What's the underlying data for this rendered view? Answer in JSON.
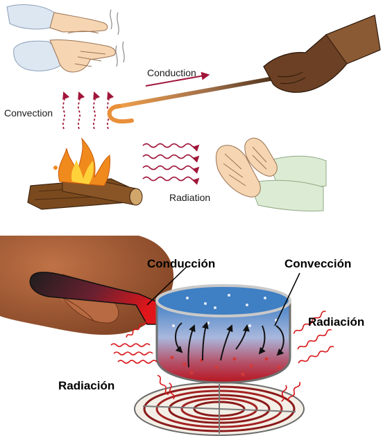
{
  "top_panel": {
    "labels": {
      "convection": "Convection",
      "conduction": "Conduction",
      "radiation": "Radiation"
    },
    "colors": {
      "arrow": "#a0163a",
      "flame_outer": "#f08a1c",
      "flame_inner": "#ffd23a",
      "log": "#7a4a1e",
      "skin": "#f6d6b2",
      "sleeve_blue": "#dde7f2",
      "sleeve_green": "#dcecd4",
      "glove": "#6b4024",
      "rod_hot": "#e8903a",
      "rod_cool": "#5a3a22"
    }
  },
  "bottom_panel": {
    "labels": {
      "conduction": "Conducción",
      "convection": "Convección",
      "radiation_right": "Radiación",
      "radiation_left": "Radiación"
    },
    "colors": {
      "backdrop": "#8a4f2e",
      "hand": "#b86a42",
      "handle": "#2a2a2a",
      "handle_hot": "#d9161b",
      "water_top": "#4f88c8",
      "water_bottom": "#c0262a",
      "pot_rim": "#c9c9c9",
      "coil": "#8a1a1a",
      "wave": "#d8191c"
    }
  }
}
